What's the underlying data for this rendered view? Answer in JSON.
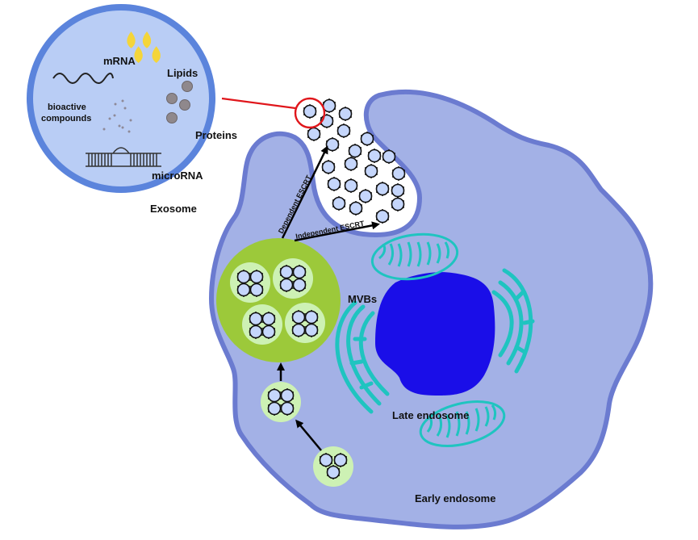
{
  "figure": {
    "title": "Exosome biogenesis",
    "colors": {
      "cell_fill": "#a3b1e6",
      "cell_stroke": "#6b7bd0",
      "exosome_fill": "#b9cdf5",
      "exosome_ring": "#5b84dc",
      "nucleus": "#1a0ee8",
      "organelle": "#1fc4c0",
      "mvb_outer": "#9cc93a",
      "mvb_inner": "#cdf1b4",
      "vesicle_fill": "#c5d6fb",
      "lipid_drop": "#f4d53a",
      "protein_dot": "#a19a9f",
      "highlight_ring": "#e0161b"
    }
  },
  "exosome_inset": {
    "title": "Exosome",
    "labels": {
      "mrna": "mRNA",
      "lipids": "Lipids",
      "bioactive_1": "bioactive",
      "bioactive_2": "compounds",
      "proteins": "Proteins",
      "microrna": "microRNA"
    }
  },
  "cell": {
    "labels": {
      "mvbs": "MVBs",
      "late_endosome": "Late endosome",
      "early_endosome": "Early endosome"
    },
    "pathways": {
      "dependent": "Dependent ESCRT",
      "independent": "Independent ESCRT"
    }
  }
}
